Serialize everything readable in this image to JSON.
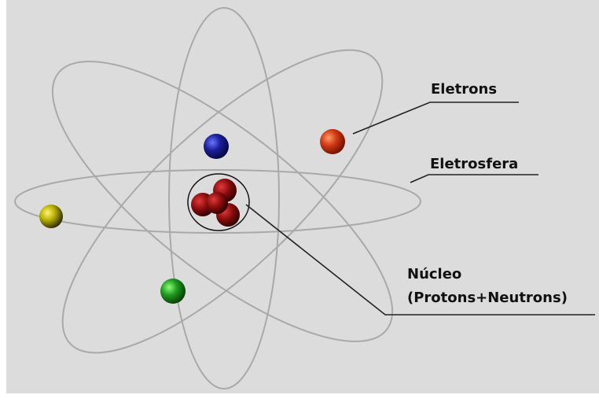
{
  "labels": {
    "electrons": "Eletrons",
    "electron_cloud": "Eletrosfera",
    "nucleus_line1": "Núcleo",
    "nucleus_line2": "(Protons+Neutrons)"
  },
  "colors": {
    "background": "#dcdcdc",
    "orbit": "#a9a9a9",
    "electron_red": "#d03a14",
    "electron_blue": "#1a1f9a",
    "electron_green": "#1f9a1f",
    "electron_yellow": "#b8b000",
    "nucleus": "#8a0d0d",
    "leader_line": "#222222"
  }
}
